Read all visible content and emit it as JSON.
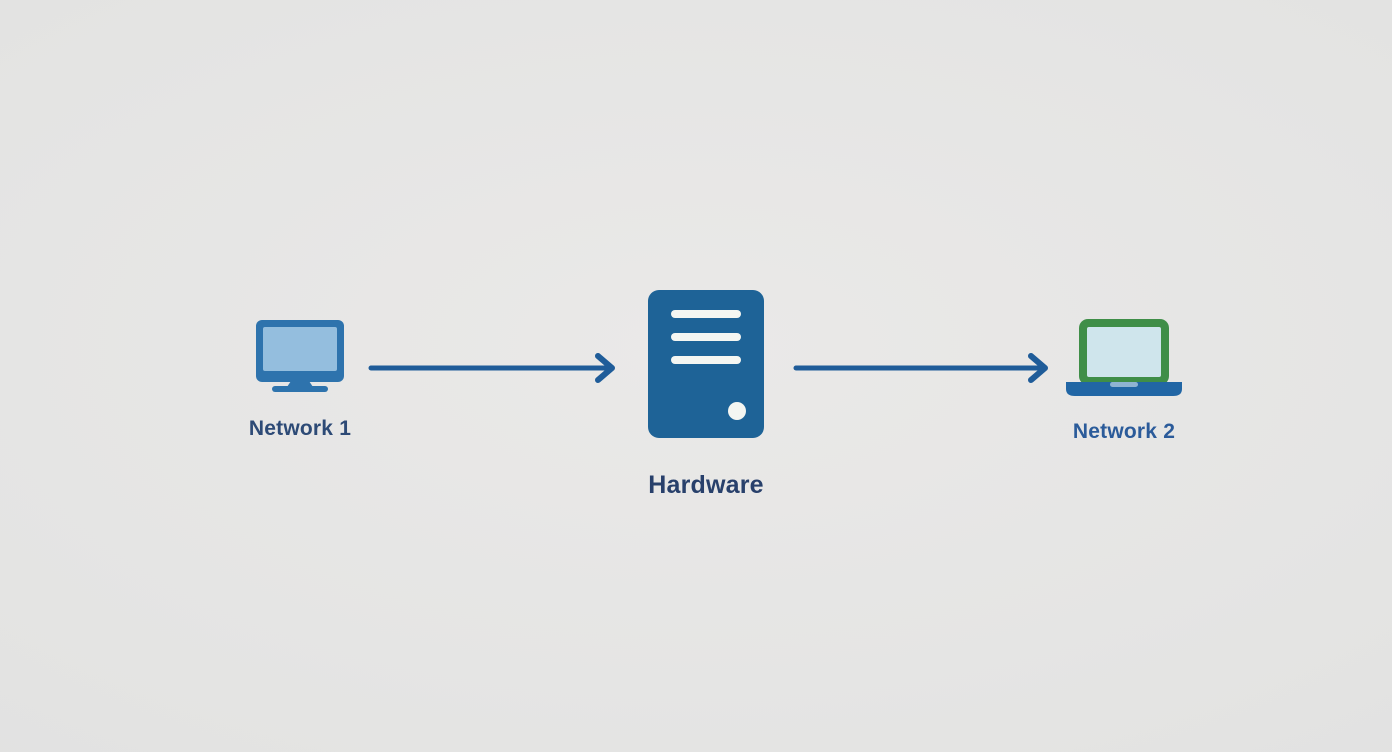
{
  "diagram": {
    "nodes": [
      {
        "id": "network-1",
        "label": "Network 1",
        "icon": "desktop-monitor-icon"
      },
      {
        "id": "hardware",
        "label": "Hardware",
        "icon": "server-tower-icon"
      },
      {
        "id": "network-2",
        "label": "Network 2",
        "icon": "laptop-icon"
      }
    ],
    "connections": [
      {
        "from": "Network 1",
        "to": "Hardware",
        "style": "right-arrow"
      },
      {
        "from": "Hardware",
        "to": "Network 2",
        "style": "right-arrow"
      }
    ]
  },
  "colors": {
    "arrow": "#1f5c99",
    "label_network1": "#2d4a76",
    "label_hardware": "#28406b",
    "label_network2": "#2b5b9a",
    "monitor_frame": "#2e73ad",
    "monitor_screen": "#94bede",
    "server_body": "#1e6397",
    "server_detail": "#f4f6f2",
    "laptop_frame": "#3f8e48",
    "laptop_screen": "#cfe5ec",
    "laptop_base": "#2166a5",
    "laptop_notch": "#8fb3d2"
  }
}
